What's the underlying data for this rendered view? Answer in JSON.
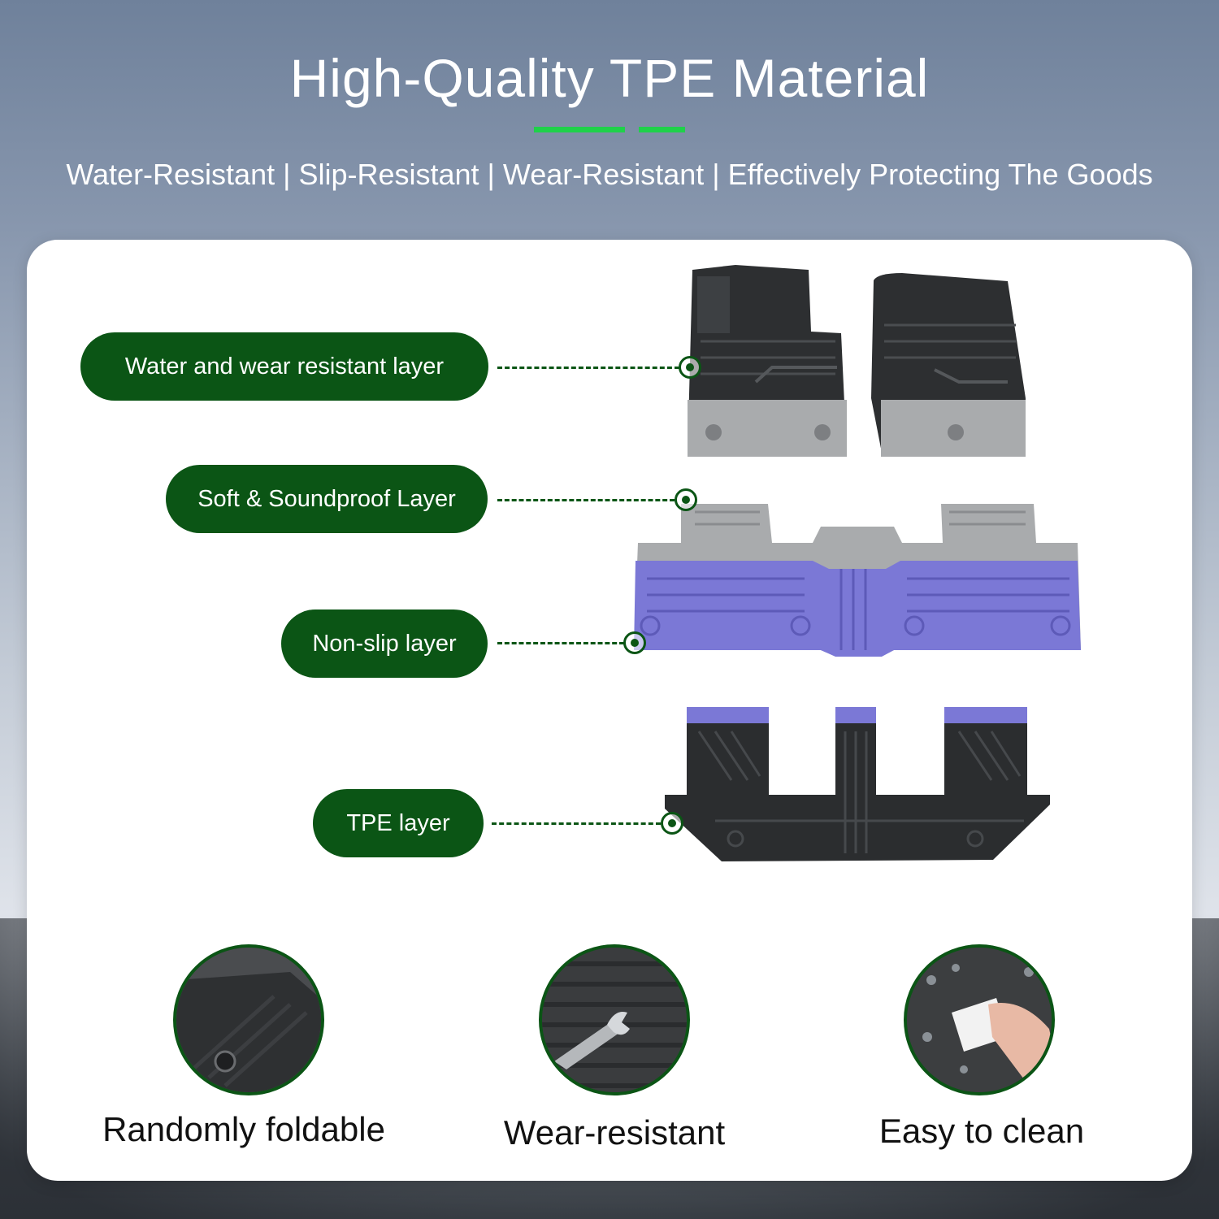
{
  "header": {
    "title": "High-Quality TPE Material",
    "subtitle": "Water-Resistant | Slip-Resistant | Wear-Resistant | Effectively Protecting The Goods"
  },
  "layers": {
    "water_wear": "Water and wear resistant layer",
    "soft_soundproof": "Soft & Soundproof Layer",
    "non_slip": "Non-slip layer",
    "tpe": "TPE layer"
  },
  "features": {
    "foldable": "Randomly foldable",
    "wear": "Wear-resistant",
    "clean": "Easy to clean"
  },
  "colors": {
    "accent_green": "#1fd14a",
    "pill_green": "#0b5515",
    "non_slip_purple": "#7b78d6"
  }
}
